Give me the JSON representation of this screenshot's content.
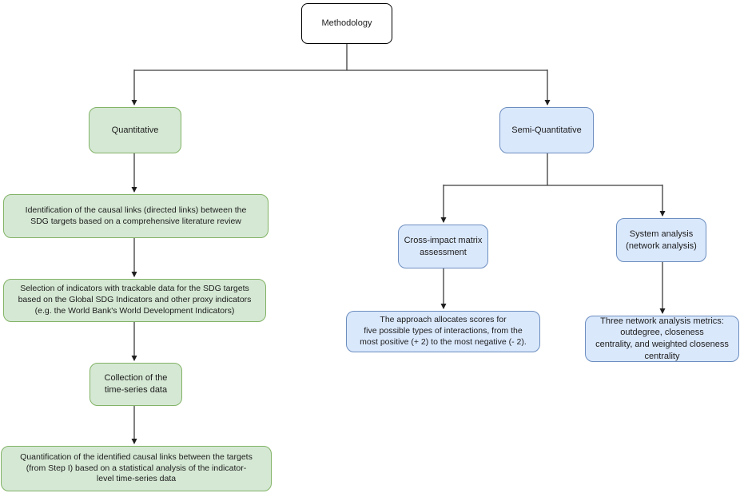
{
  "diagram": {
    "type": "flowchart",
    "colors": {
      "quantitative_fill": "#d5e8d4",
      "quantitative_border": "#82b366",
      "semi_quantitative_fill": "#dae8fc",
      "semi_quantitative_border": "#6c8ebf",
      "root_fill": "#ffffff",
      "root_border": "#000000",
      "connector": "#3d3d3d",
      "background": "#ffffff"
    },
    "nodes": {
      "methodology": {
        "label": "Methodology"
      },
      "quantitative": {
        "label": "Quantitative"
      },
      "semi_quantitative": {
        "label": "Semi-Quantitative"
      },
      "identification": {
        "label": "Identification of the causal links (directed links) between the\nSDG targets based on a comprehensive literature review"
      },
      "selection": {
        "label": "Selection of indicators with trackable data for the SDG targets\nbased on the Global SDG Indicators and other proxy indicators\n(e.g. the World Bank's World Development Indicators)"
      },
      "collection": {
        "label": "Collection of the\ntime-series data"
      },
      "quantification": {
        "label": "Quantification of the identified causal links between the targets\n(from Step I) based on a statistical analysis of the indicator-\nlevel time-series data"
      },
      "cross_impact": {
        "label": "Cross-impact matrix\nassessment"
      },
      "system_analysis": {
        "label": "System analysis\n(network analysis)"
      },
      "approach_scores": {
        "label": "The approach allocates scores for\nfive possible types of interactions, from the\nmost positive (+ 2) to the most negative (- 2)."
      },
      "network_metrics": {
        "label": "Three network analysis metrics:\noutdegree, closeness\ncentrality, and weighted closeness\ncentrality"
      }
    },
    "edges": [
      {
        "from": "methodology",
        "to": "quantitative"
      },
      {
        "from": "methodology",
        "to": "semi_quantitative"
      },
      {
        "from": "quantitative",
        "to": "identification"
      },
      {
        "from": "identification",
        "to": "selection"
      },
      {
        "from": "selection",
        "to": "collection"
      },
      {
        "from": "collection",
        "to": "quantification"
      },
      {
        "from": "semi_quantitative",
        "to": "cross_impact"
      },
      {
        "from": "semi_quantitative",
        "to": "system_analysis"
      },
      {
        "from": "cross_impact",
        "to": "approach_scores"
      },
      {
        "from": "system_analysis",
        "to": "network_metrics"
      }
    ]
  }
}
